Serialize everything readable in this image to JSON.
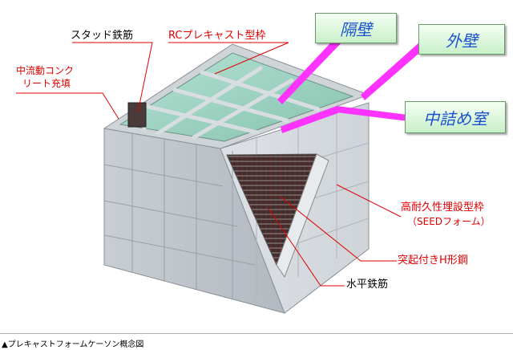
{
  "labels": {
    "stud_rebar": "スタッド鉄筋",
    "rc_precast_form": "RCプレキャスト型枠",
    "fill_line1": "中流動コンク",
    "fill_line2": "リート充填",
    "partition_wall": "隔壁",
    "outer_wall": "外壁",
    "filling_chamber": "中詰め室",
    "seed_line1": "高耐久性埋設型枠",
    "seed_line2": "（SEEDフォーム）",
    "h_steel": "突起付きH形鋼",
    "horizontal_rebar": "水平鉄筋"
  },
  "caption": "▲プレキャストフォームケーソン概念図",
  "colors": {
    "label_red": "#e00000",
    "callout_arrow": "#ff33ff",
    "callout_text": "#1a4fd0",
    "concrete_face": "#b9bfc6",
    "cell_green": "#9fd0c0"
  }
}
